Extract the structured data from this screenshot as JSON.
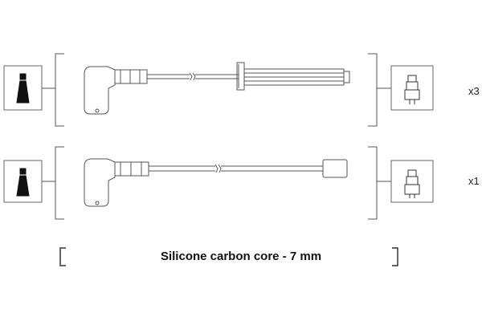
{
  "diagram": {
    "rows": [
      {
        "quantity": "x3",
        "wire_end": "terminal with ribbed boot"
      },
      {
        "quantity": "x1",
        "wire_end": "straight cylindrical boot"
      }
    ],
    "caption": "Silicone carbon core - 7 mm",
    "icons": {
      "left_terminal": "spark-plug-connector-icon",
      "right_terminal": "distributor-connector-icon"
    },
    "colors": {
      "line": "#555555",
      "icon_fill": "#111111",
      "background": "#ffffff"
    }
  }
}
